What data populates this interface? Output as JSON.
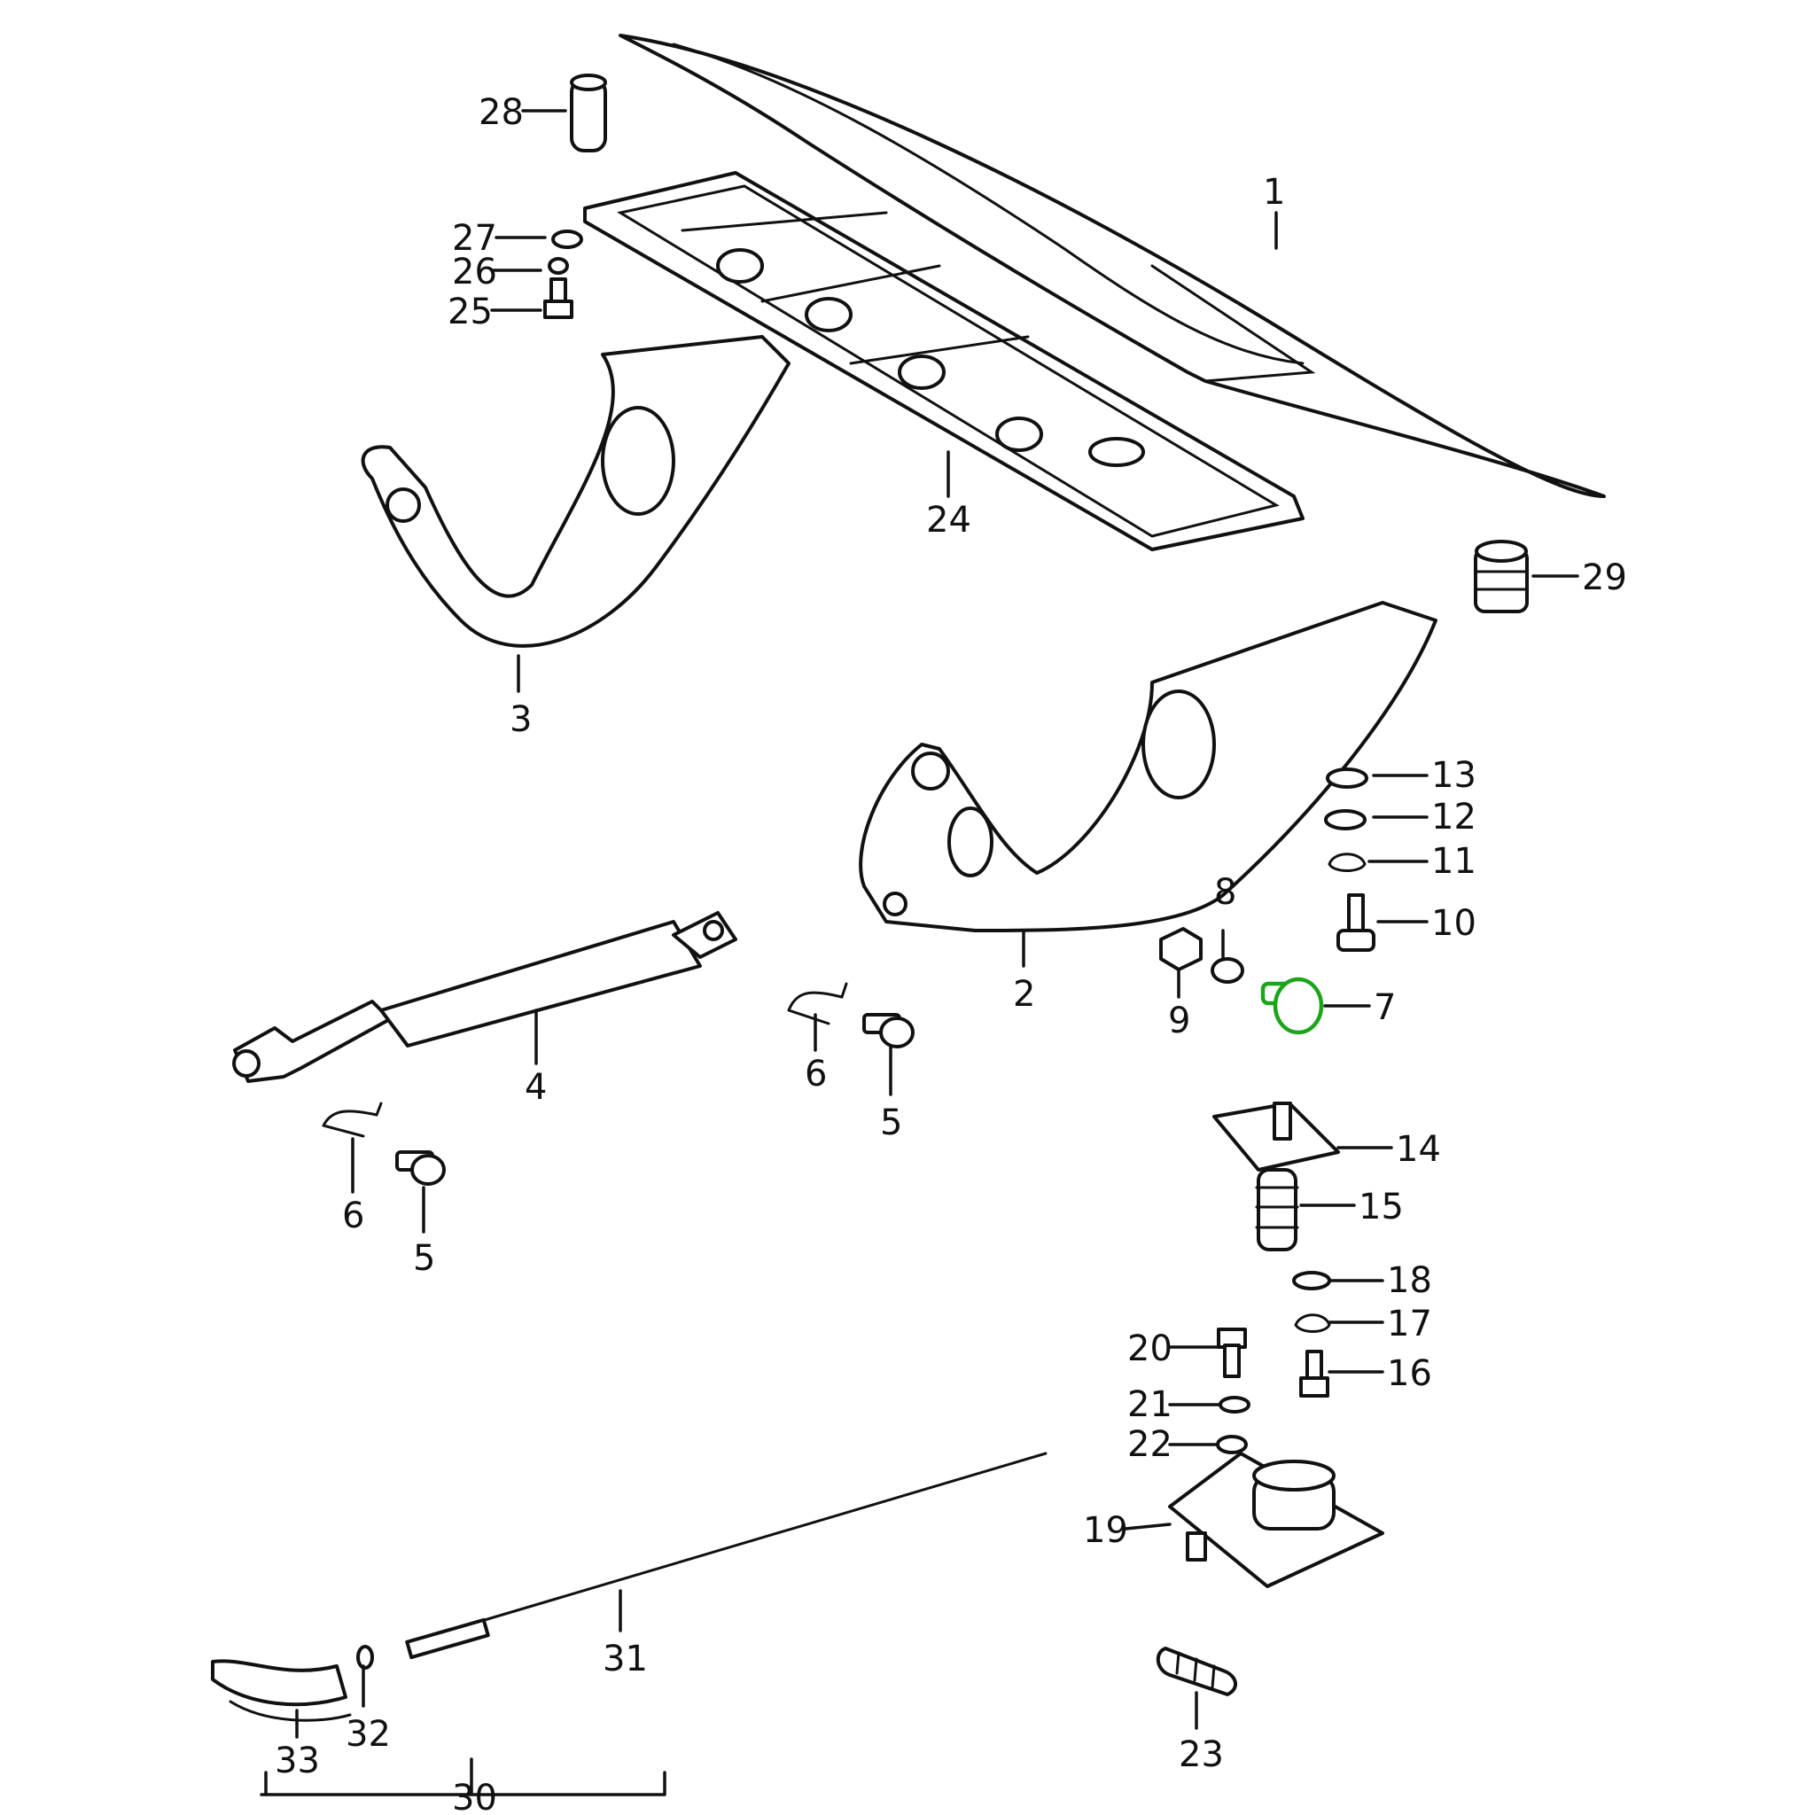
{
  "diagram": {
    "highlight_color": "#1aa51a",
    "line_color": "#111111",
    "callouts": {
      "c1": "1",
      "c2": "2",
      "c3": "3",
      "c4": "4",
      "c5a": "5",
      "c5b": "5",
      "c6a": "6",
      "c6b": "6",
      "c7": "7",
      "c8": "8",
      "c9": "9",
      "c10": "10",
      "c11": "11",
      "c12": "12",
      "c13": "13",
      "c14": "14",
      "c15": "15",
      "c16": "16",
      "c17": "17",
      "c18": "18",
      "c19": "19",
      "c20": "20",
      "c21": "21",
      "c22": "22",
      "c23": "23",
      "c24": "24",
      "c25": "25",
      "c26": "26",
      "c27": "27",
      "c28": "28",
      "c29": "29",
      "c30": "30",
      "c31": "31",
      "c32": "32",
      "c33": "33"
    }
  }
}
